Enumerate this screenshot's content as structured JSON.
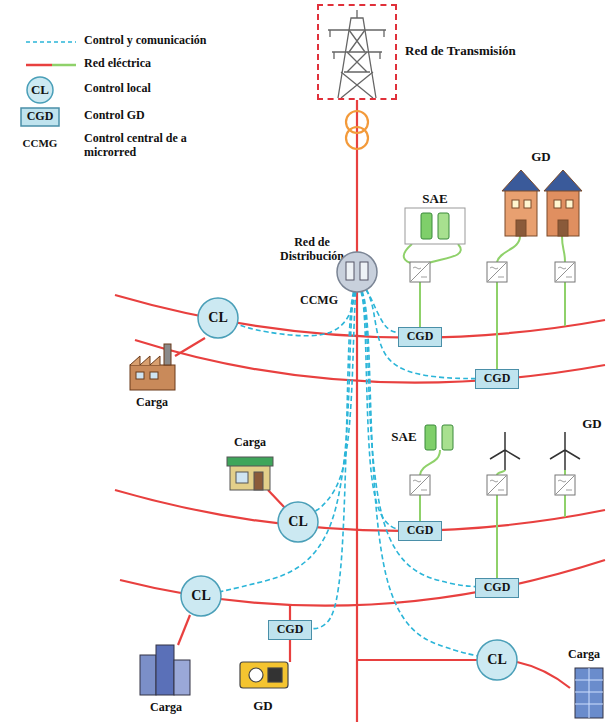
{
  "diagram": {
    "nodes": [
      {
        "text": [
          "Red de Transmisión"
        ]
      },
      {
        "text": [
          "CCMG"
        ]
      },
      {
        "text": [
          "CGD"
        ]
      },
      {
        "text": [
          "CGD"
        ]
      },
      {
        "text": [
          "CL"
        ]
      },
      {
        "text": [
          "CL"
        ]
      },
      {
        "text": [
          "CGD"
        ]
      },
      {
        "text": [
          "CGD"
        ]
      },
      {
        "text": [
          "CL"
        ]
      },
      {
        "text": [
          "CGD"
        ]
      },
      {
        "text": [
          "CL"
        ]
      }
    ],
    "edges": [
      {
        "from": 0,
        "to": 1,
        "arrow": "none"
      },
      {
        "from": 1,
        "to": 2,
        "arrow": "none"
      },
      {
        "from": 1,
        "to": 3,
        "arrow": "none"
      },
      {
        "from": 1,
        "to": 4,
        "arrow": "none"
      },
      {
        "from": 1,
        "to": 5,
        "arrow": "none"
      },
      {
        "from": 1,
        "to": 6,
        "arrow": "none"
      },
      {
        "from": 1,
        "to": 7,
        "arrow": "none"
      },
      {
        "from": 1,
        "to": 8,
        "arrow": "none"
      },
      {
        "from": 1,
        "to": 9,
        "arrow": "none"
      },
      {
        "from": 1,
        "to": 10,
        "arrow": "none"
      }
    ],
    "labels": [
      "CL",
      "CGD",
      "CCMG",
      "Red de Distribución",
      "SAE",
      "GD",
      "Carga",
      "Carga",
      "SAE",
      "GD",
      "Carga",
      "GD",
      "Carga"
    ],
    "legend": [
      {
        "text": "Control y comunicación"
      },
      {
        "text": "Red eléctrica"
      },
      {
        "text": "Control local"
      },
      {
        "text": "Control GD"
      },
      {
        "text": "Control central de a microrred"
      }
    ]
  }
}
